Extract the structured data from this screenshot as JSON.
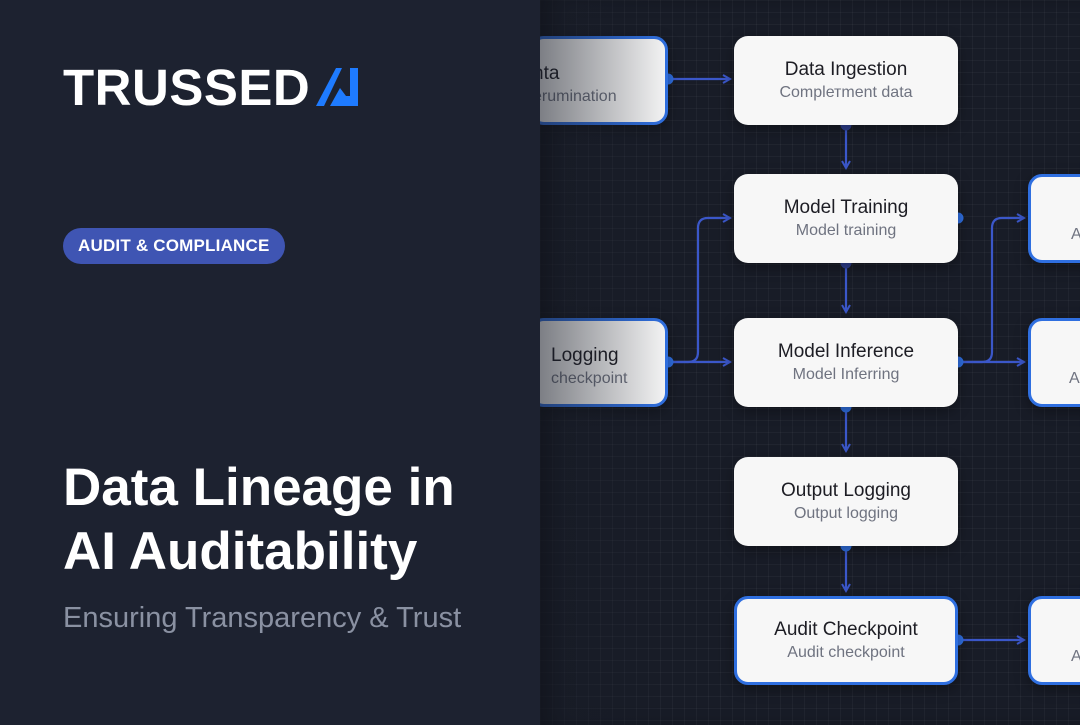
{
  "brand": {
    "logo_text": "TRUSSED",
    "logo_mark": "AI-mark-icon",
    "accent": "#1e7bff"
  },
  "badge": {
    "label": "AUDIT & COMPLIANCE",
    "color": "#3f55b3"
  },
  "headline": {
    "line1": "Data Lineage in",
    "line2": "AI Auditability"
  },
  "subtitle": "Ensuring Transparency & Trust",
  "diagram": {
    "nodes": {
      "data_source": {
        "title": "nta",
        "sub": "erumination"
      },
      "data_ingestion": {
        "title": "Data Ingestion",
        "sub": "Complетment data"
      },
      "model_training": {
        "title": "Model Training",
        "sub": "Model training"
      },
      "logging": {
        "title": "Logging",
        "sub": "checkpoint"
      },
      "model_inference": {
        "title": "Model Inference",
        "sub": "Model Inferring"
      },
      "output_logging": {
        "title": "Output Logging",
        "sub": "Output logging"
      },
      "audit_checkpoint": {
        "title": "Audit Checkpoint",
        "sub": "Audit checkpoint"
      },
      "right_top": {
        "sub": "A"
      },
      "right_mid": {
        "sub": "Au"
      },
      "right_bottom": {
        "sub": "A"
      }
    },
    "edge_color": "#3b57c9",
    "dot_color": "#2f6fe0"
  }
}
